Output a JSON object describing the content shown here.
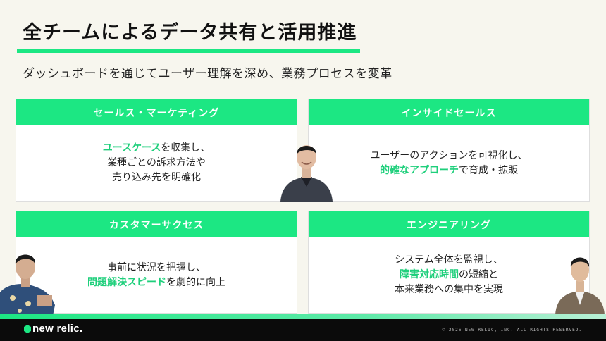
{
  "header": {
    "title": "全チームによるデータ共有と活用推進",
    "subtitle": "ダッシュボードを通じてユーザー理解を深め、業務プロセスを変革"
  },
  "cards": {
    "sales": {
      "heading": "セールス・マーケティング",
      "line1_hl": "ユースケース",
      "line1_rest": "を収集し、",
      "line2": "業種ごとの訴求方法や",
      "line3": "売り込み先を明確化"
    },
    "inside": {
      "heading": "インサイドセールス",
      "line1": "ユーザーのアクションを可視化し、",
      "line2_hl": "的確なアプローチ",
      "line2_rest": "で育成・拡販"
    },
    "cs": {
      "heading": "カスタマーサクセス",
      "line1": "事前に状況を把握し、",
      "line2_hl": "問題解決スピード",
      "line2_rest": "を劇的に向上"
    },
    "eng": {
      "heading": "エンジニアリング",
      "line1": "システム全体を監視し、",
      "line2_hl": "障害対応時間",
      "line2_rest": "の短縮と",
      "line3": "本来業務への集中を実現"
    }
  },
  "footer": {
    "brand": "new relic.",
    "copyright": "© 2026 NEW RELIC, INC. ALL RIGHTS RESERVED."
  },
  "colors": {
    "accent": "#1ce783",
    "highlight_text": "#1ecf7b",
    "background": "#f7f6ee",
    "footer": "#0b0b0b"
  },
  "icons": {
    "brand_mark": "new-relic-logo-icon"
  }
}
